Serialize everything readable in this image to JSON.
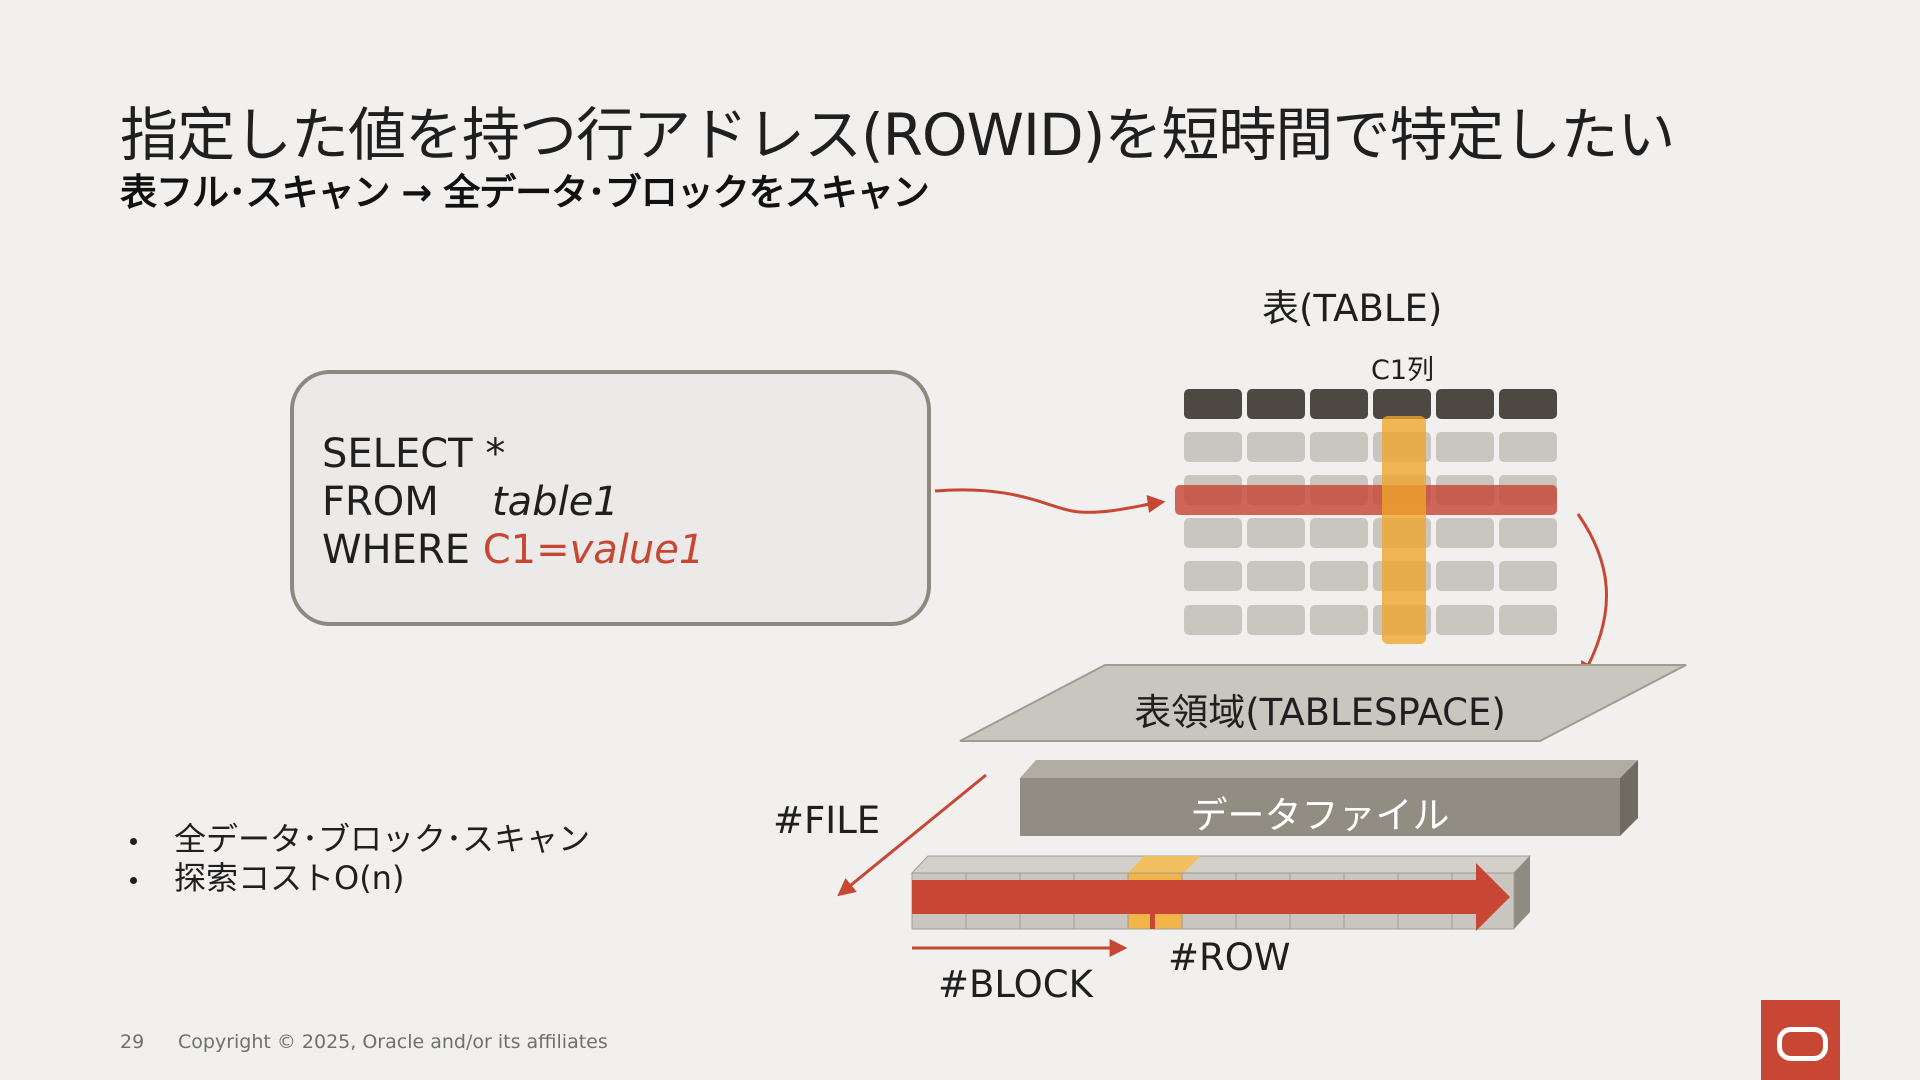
{
  "slide": {
    "title": "指定した値を持つ行アドレス(ROWID)を短時間で特定したい",
    "subtitle": "表フル･スキャン → 全データ･ブロックをスキャン"
  },
  "sql": {
    "select_keyword": "SELECT",
    "select_target": "*",
    "from_keyword": "FROM",
    "table_name": "table1",
    "where_keyword": "WHERE",
    "condition_column": "C1=",
    "condition_value": "value1"
  },
  "diagram": {
    "table_label": "表(TABLE)",
    "column_label": "C1列",
    "tablespace_label": "表領域(TABLESPACE)",
    "datafile_label": "データファイル",
    "file_label": "#FILE",
    "block_label": "#BLOCK",
    "row_label": "#ROW"
  },
  "bullets": [
    "全データ･ブロック･スキャン",
    "探索コストO(n)"
  ],
  "footer": {
    "page_number": "29",
    "copyright": "Copyright © 2025, Oracle and/or its affiliates"
  },
  "colors": {
    "accent_red": "#c74634",
    "highlight_orange": "#f0a42a",
    "header_cell": "#4d4841",
    "body_cell": "#c9c6bf",
    "datafile": "#918d82",
    "tablespace": "#c8c6bf"
  },
  "logo": "oracle-logo"
}
